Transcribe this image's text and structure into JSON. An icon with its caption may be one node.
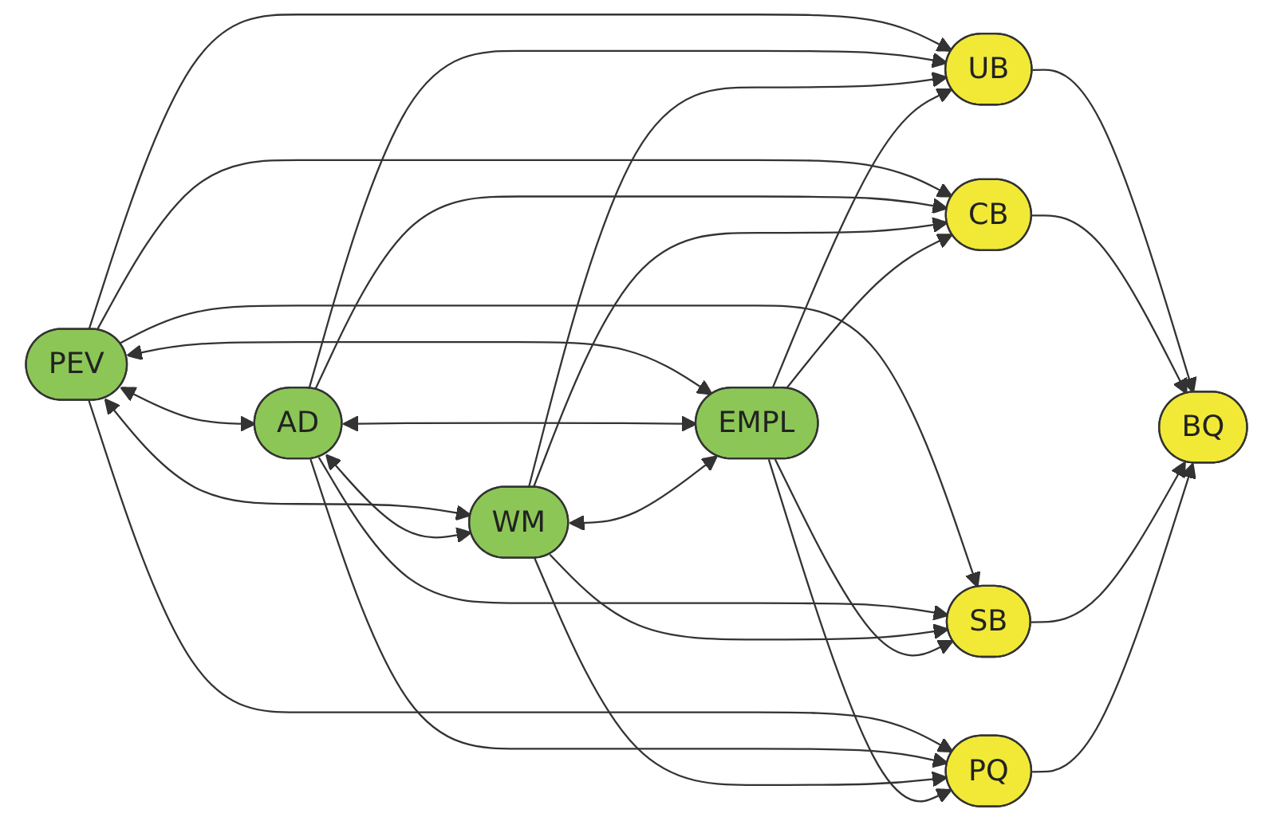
{
  "diagram": {
    "nodes": [
      {
        "text": [
          "PEV"
        ]
      },
      {
        "text": [
          "AD"
        ]
      },
      {
        "text": [
          "WM"
        ]
      },
      {
        "text": [
          "EMPL"
        ]
      },
      {
        "text": [
          "BQ"
        ]
      },
      {
        "text": [
          "UB"
        ]
      },
      {
        "text": [
          "CB"
        ]
      },
      {
        "text": [
          "SB"
        ]
      },
      {
        "text": [
          "PQ"
        ]
      }
    ],
    "edges": [
      {
        "from": 0,
        "to": 5,
        "arrow": "to"
      },
      {
        "from": 0,
        "to": 6,
        "arrow": "to"
      },
      {
        "from": 0,
        "to": 7,
        "arrow": "to"
      },
      {
        "from": 0,
        "to": 8,
        "arrow": "to"
      },
      {
        "from": 1,
        "to": 5,
        "arrow": "to"
      },
      {
        "from": 1,
        "to": 6,
        "arrow": "to"
      },
      {
        "from": 1,
        "to": 7,
        "arrow": "to"
      },
      {
        "from": 1,
        "to": 8,
        "arrow": "to"
      },
      {
        "from": 2,
        "to": 5,
        "arrow": "to"
      },
      {
        "from": 2,
        "to": 6,
        "arrow": "to"
      },
      {
        "from": 2,
        "to": 7,
        "arrow": "to"
      },
      {
        "from": 2,
        "to": 8,
        "arrow": "to"
      },
      {
        "from": 3,
        "to": 5,
        "arrow": "to"
      },
      {
        "from": 3,
        "to": 6,
        "arrow": "to"
      },
      {
        "from": 3,
        "to": 7,
        "arrow": "to"
      },
      {
        "from": 3,
        "to": 8,
        "arrow": "to"
      },
      {
        "from": 0,
        "to": 1,
        "arrow": "both"
      },
      {
        "from": 0,
        "to": 2,
        "arrow": "both"
      },
      {
        "from": 0,
        "to": 3,
        "arrow": "both"
      },
      {
        "from": 1,
        "to": 2,
        "arrow": "both"
      },
      {
        "from": 1,
        "to": 3,
        "arrow": "both"
      },
      {
        "from": 2,
        "to": 3,
        "arrow": "both"
      },
      {
        "from": 5,
        "to": 4,
        "arrow": "to"
      },
      {
        "from": 6,
        "to": 4,
        "arrow": "to"
      },
      {
        "from": 7,
        "to": 4,
        "arrow": "to"
      },
      {
        "from": 8,
        "to": 4,
        "arrow": "to"
      }
    ]
  }
}
